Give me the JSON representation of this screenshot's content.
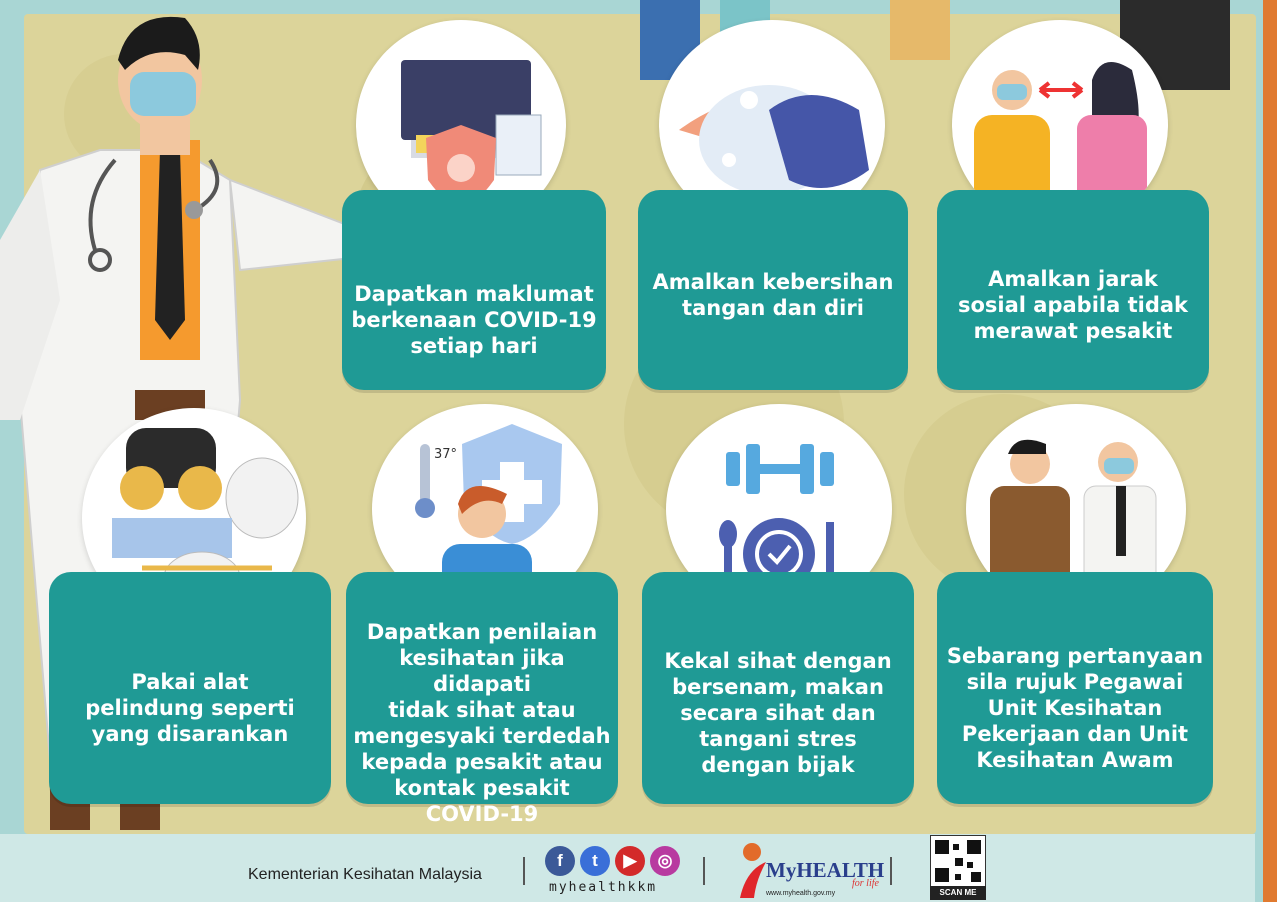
{
  "tips": [
    {
      "text": "Dapatkan maklumat\nberkenaan COVID-19\nsetiap hari",
      "icon": "computer-shield-icon"
    },
    {
      "text": "Amalkan kebersihan\ntangan dan diri",
      "icon": "handwashing-icon"
    },
    {
      "text": "Amalkan jarak\nsosial  apabila tidak\nmerawat pesakit",
      "icon": "social-distance-icon"
    },
    {
      "text": "Pakai alat\npelindung seperti\nyang disarankan",
      "icon": "ppe-mask-icon"
    },
    {
      "text": "Dapatkan penilaian\nkesihatan jika didapati\ntidak sihat atau\nmengesyaki terdedah\nkepada pesakit atau\nkontak pesakit COVID-19",
      "icon": "health-check-icon",
      "thermo_label": "37°"
    },
    {
      "text": "Kekal sihat dengan\nbersenam, makan\nsecara sihat dan\ntangani stres\ndengan bijak",
      "icon": "fitness-food-icon"
    },
    {
      "text": "Sebarang pertanyaan\nsila rujuk  Pegawai\nUnit Kesihatan\nPekerjaan dan Unit\nKesihatan Awam",
      "icon": "consultation-icon"
    }
  ],
  "footer": {
    "ministry": "Kementerian Kesihatan Malaysia",
    "social_handle": "myhealthkkm",
    "social_icons": [
      "facebook-icon",
      "twitter-icon",
      "youtube-icon",
      "instagram-icon"
    ],
    "logo_name": "MyHEALTH",
    "logo_tagline": "for life",
    "logo_url": "www.myhealth.gov.my",
    "qr_label": "SCAN ME"
  },
  "colors": {
    "card": "#1f9a95",
    "board": "#dcd49a",
    "border": "#a9d6d4",
    "accent": "#e07a30"
  }
}
